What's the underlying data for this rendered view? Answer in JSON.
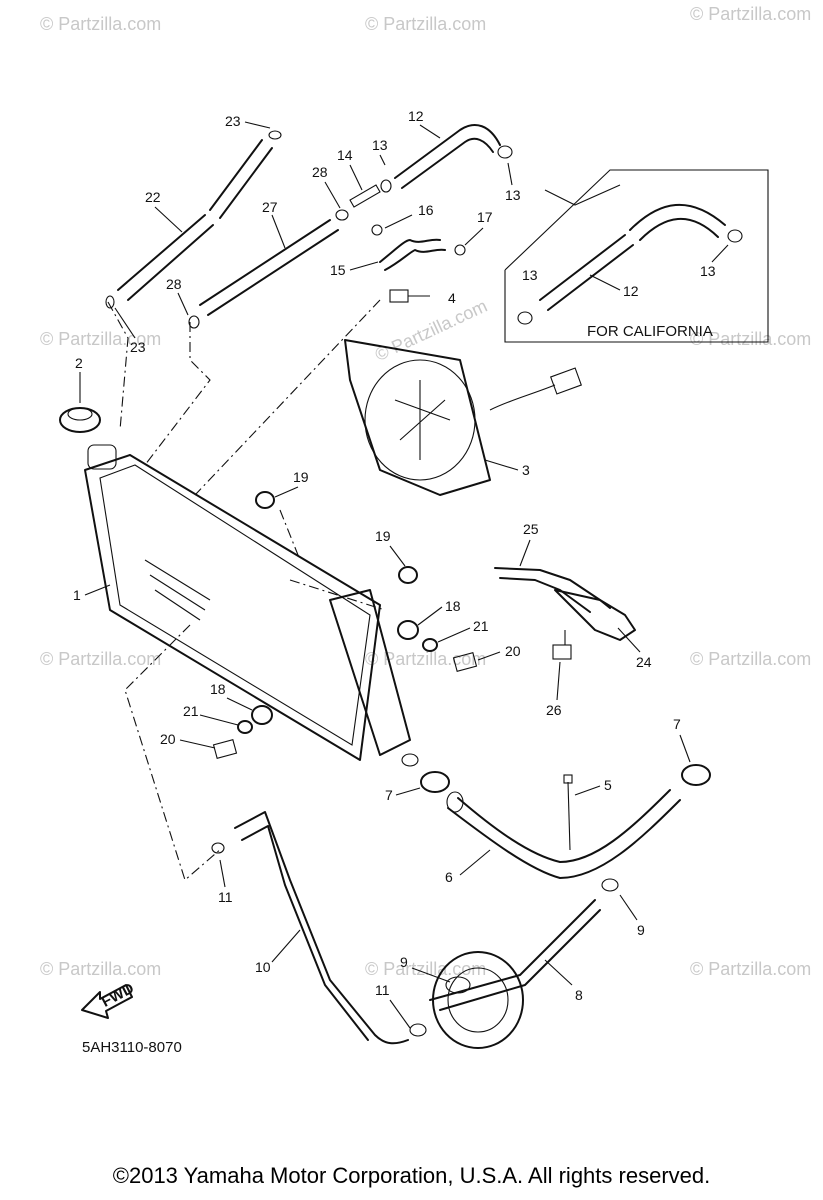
{
  "diagram_code": "5AH3110-8070",
  "california_label": "FOR CALIFORNIA",
  "fwd_label": "FWD",
  "copyright": "©2013  Yamaha Motor Corporation, U.S.A. All rights reserved.",
  "watermark": "© Partzilla.com",
  "callouts": [
    "1",
    "2",
    "3",
    "4",
    "5",
    "6",
    "7",
    "7",
    "8",
    "9",
    "9",
    "10",
    "11",
    "11",
    "12",
    "12",
    "13",
    "13",
    "13",
    "13",
    "14",
    "15",
    "16",
    "17",
    "18",
    "18",
    "19",
    "19",
    "20",
    "20",
    "21",
    "21",
    "22",
    "23",
    "23",
    "24",
    "25",
    "26",
    "27",
    "28",
    "28"
  ]
}
